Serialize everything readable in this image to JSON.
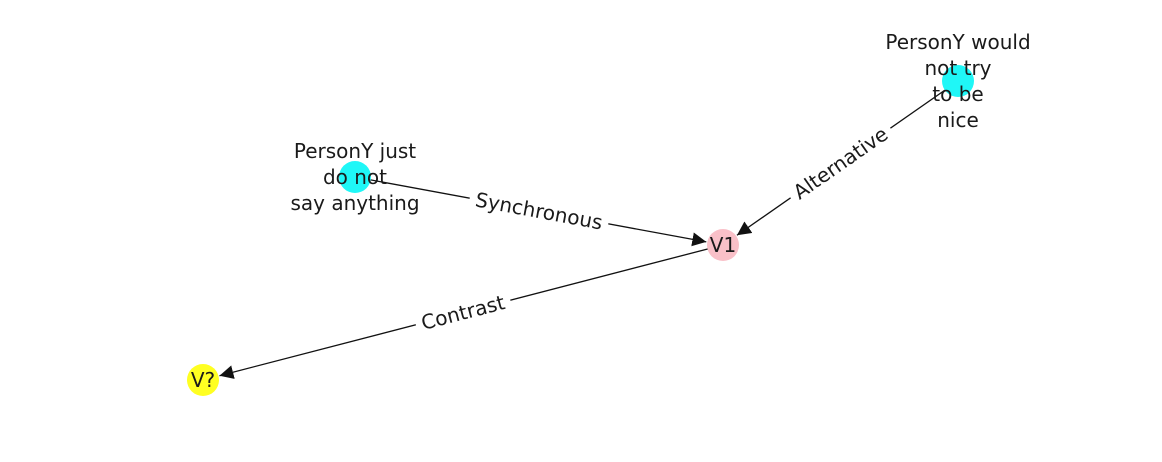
{
  "diagram": {
    "nodes": [
      {
        "id": "n1",
        "lines": [
          "PersonY just",
          "do not",
          "say anything"
        ],
        "color": "#1ff7f7"
      },
      {
        "id": "v1",
        "lines": [
          "V1"
        ],
        "color": "#f9c0c8"
      },
      {
        "id": "n2",
        "lines": [
          "PersonY would",
          "not try",
          "to be",
          "nice"
        ],
        "color": "#1ff7f7"
      },
      {
        "id": "vq",
        "lines": [
          "V?"
        ],
        "color": "#ffff22"
      }
    ],
    "edges": [
      {
        "from": "n1",
        "to": "v1",
        "label": "Synchronous"
      },
      {
        "from": "n2",
        "to": "v1",
        "label": "Alternative"
      },
      {
        "from": "v1",
        "to": "vq",
        "label": "Contrast"
      }
    ]
  }
}
